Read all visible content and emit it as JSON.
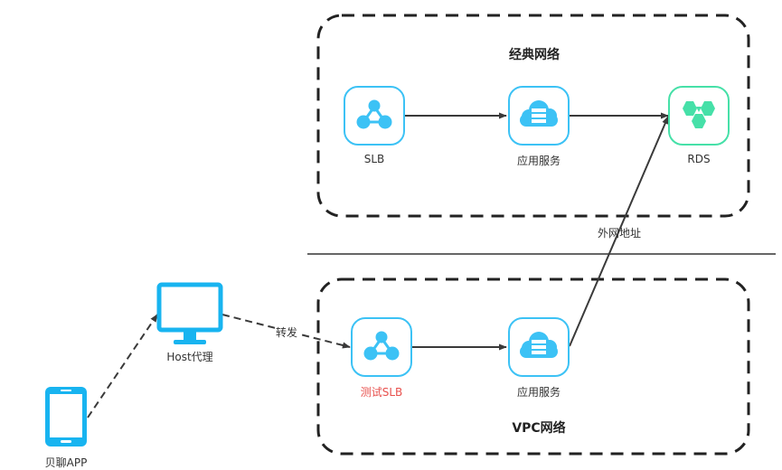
{
  "diagram": {
    "colors": {
      "service_blue": "#3cc2f5",
      "device_blue": "#18b4f0",
      "rds_green": "#46e0a8",
      "line": "#3a3a3a",
      "test_label_red": "#e8504d"
    },
    "groups": [
      {
        "id": "classic",
        "title": "经典网络"
      },
      {
        "id": "vpc",
        "title": "VPC网络"
      }
    ],
    "nodes": {
      "classic_slb": {
        "label": "SLB",
        "icon": "slb-network-icon"
      },
      "classic_app": {
        "label": "应用服务",
        "icon": "cloud-server-icon"
      },
      "rds": {
        "label": "RDS",
        "icon": "rds-hexagon-icon"
      },
      "vpc_slb": {
        "label": "测试SLB",
        "icon": "slb-network-icon"
      },
      "vpc_app": {
        "label": "应用服务",
        "icon": "cloud-server-icon"
      },
      "host": {
        "label": "Host代理",
        "icon": "monitor-icon"
      },
      "app": {
        "label": "贝聊APP",
        "icon": "smartphone-icon"
      }
    },
    "edges": [
      {
        "from": "app",
        "to": "host",
        "style": "dashed",
        "label": ""
      },
      {
        "from": "host",
        "to": "vpc_slb",
        "style": "dashed",
        "label": "转发"
      },
      {
        "from": "vpc_slb",
        "to": "vpc_app",
        "style": "solid",
        "label": ""
      },
      {
        "from": "vpc_app",
        "to": "rds",
        "style": "solid",
        "label": "外网地址"
      },
      {
        "from": "classic_slb",
        "to": "classic_app",
        "style": "solid",
        "label": ""
      },
      {
        "from": "classic_app",
        "to": "rds",
        "style": "solid",
        "label": ""
      }
    ]
  }
}
